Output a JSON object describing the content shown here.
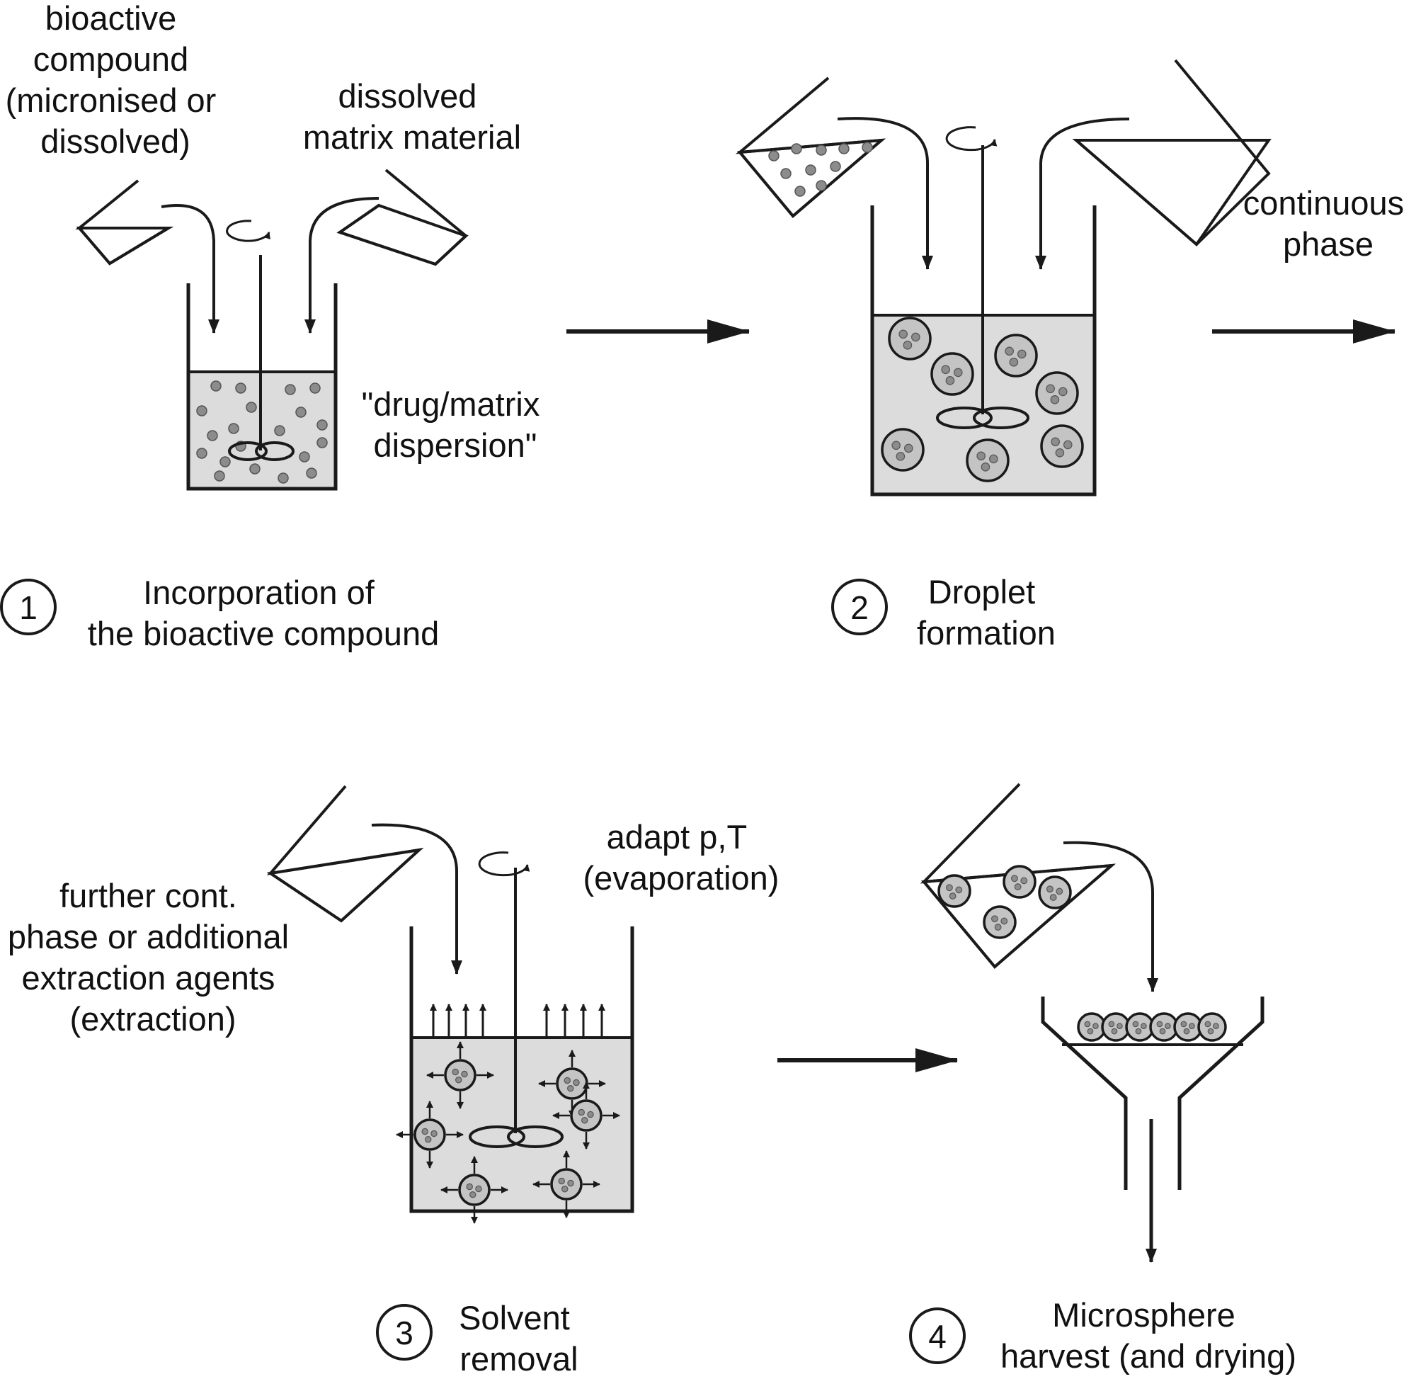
{
  "colors": {
    "ink": "#1a1a1a",
    "liquid": "#dcdcdc",
    "drug_fill": "#808080",
    "particle": "#8c8c8c",
    "droplet": "#c4c4c4"
  },
  "steps": [
    {
      "number": "1",
      "caption": [
        "Incorporation of",
        "the bioactive compound"
      ],
      "labels": {
        "compound": [
          "bioactive",
          "compound",
          "(micronised or",
          "dissolved)"
        ],
        "matrix": [
          "dissolved",
          "matrix material"
        ],
        "dispersion": [
          "\"drug/matrix",
          "dispersion\""
        ]
      }
    },
    {
      "number": "2",
      "caption": [
        "Droplet",
        "formation"
      ],
      "labels": {
        "continuous": [
          "continuous",
          "phase"
        ]
      }
    },
    {
      "number": "3",
      "caption": [
        "Solvent",
        "removal"
      ],
      "labels": {
        "extraction": [
          "further cont.",
          "phase or additional",
          "extraction agents",
          "(extraction)"
        ],
        "evaporation": [
          "adapt p,T",
          "(evaporation)"
        ]
      }
    },
    {
      "number": "4",
      "caption": [
        "Microsphere",
        "harvest (and drying)"
      ]
    }
  ]
}
